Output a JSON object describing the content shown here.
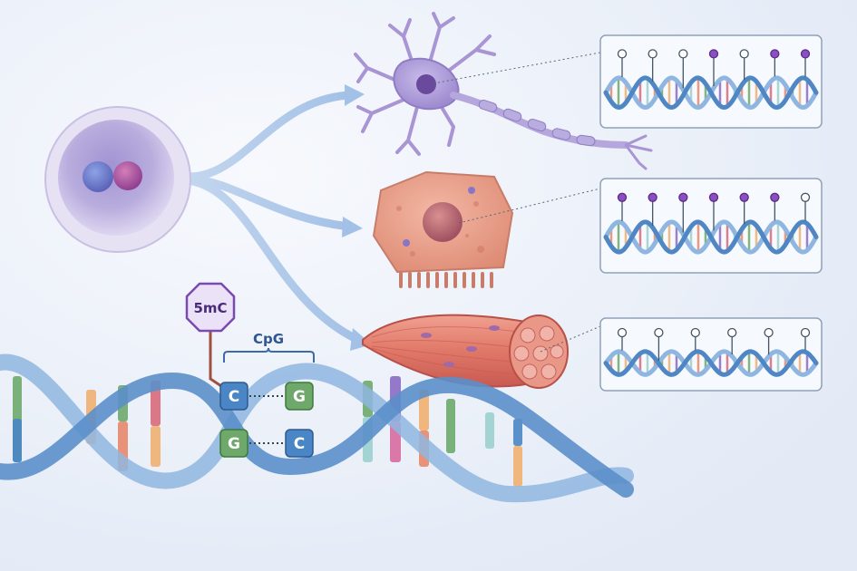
{
  "labels": {
    "methyl_mark": "5mC",
    "site": "CpG",
    "strand_top_1": "C",
    "strand_top_2": "G",
    "strand_bottom_1": "G",
    "strand_bottom_2": "C"
  },
  "colors": {
    "background": "#eef2fa",
    "dna_backbone": "#5b8fc9",
    "dna_backbone_light": "#9cc0e6",
    "methyl_on": "#8a4fc0",
    "methyl_off": "#ffffff",
    "stem_cell": "#b9a9dc",
    "neuron": "#a995d4",
    "epithelial": "#e89a86",
    "muscle": "#e07a6e",
    "base_c": "#4a86c5",
    "base_g": "#6ea86a",
    "arrow": "#a9c6e6"
  },
  "panels": [
    {
      "cell": "neuron",
      "methylation": [
        false,
        false,
        false,
        true,
        false,
        true,
        true
      ]
    },
    {
      "cell": "epithelial",
      "methylation": [
        true,
        true,
        true,
        true,
        true,
        true,
        false
      ]
    },
    {
      "cell": "muscle",
      "methylation": [
        false,
        false,
        false,
        false,
        false,
        false
      ]
    }
  ]
}
